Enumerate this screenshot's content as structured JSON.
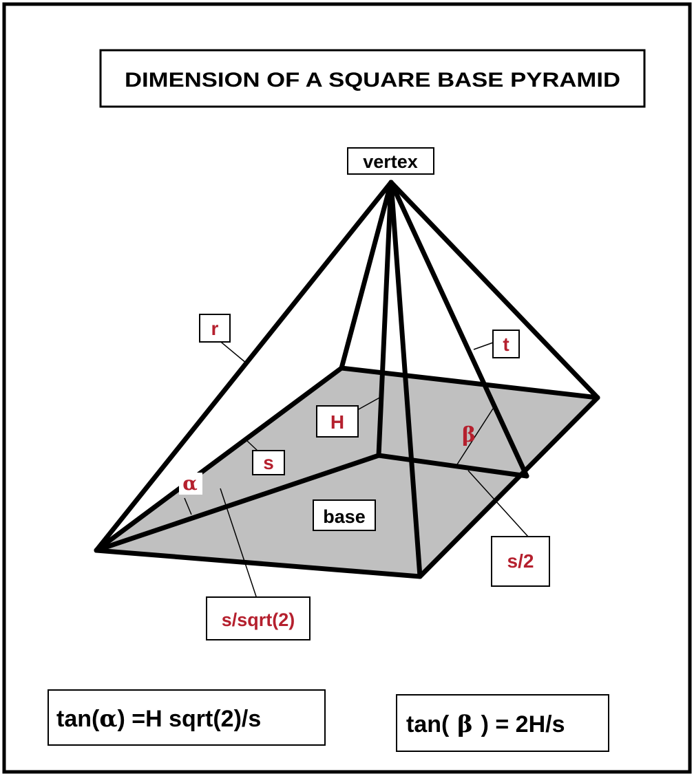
{
  "title": "DIMENSION OF A SQUARE  BASE PYRAMID",
  "labels": {
    "vertex": "vertex",
    "r": "r",
    "t": "t",
    "H": "H",
    "s": "s",
    "alpha": "α",
    "beta": "β",
    "base": "base",
    "s_half": "s/2",
    "s_sqrt2": "s/sqrt(2)"
  },
  "formulas": {
    "tan_alpha": {
      "prefix": "tan(",
      "angle": "α",
      "suffix": ") =H sqrt(2)/s"
    },
    "tan_beta": {
      "prefix": "tan(",
      "angle": " β ",
      "suffix": ") = 2H/s"
    }
  },
  "colors": {
    "label_red": "#b5202e",
    "base_fill": "#c0c0c0",
    "ink": "#000000"
  }
}
